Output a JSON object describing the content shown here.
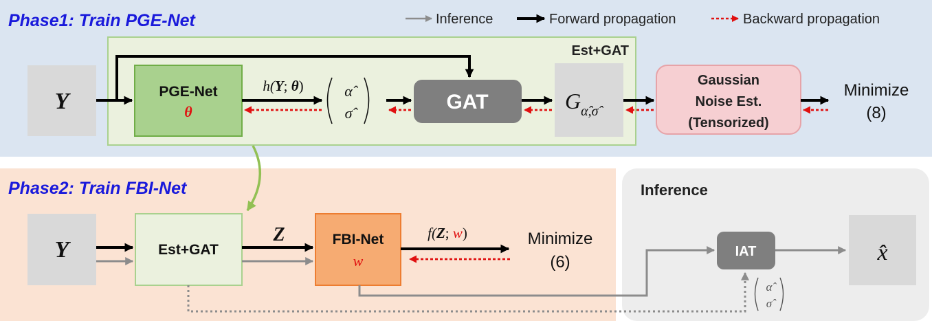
{
  "phase1": {
    "title": "Phase1: Train PGE-Net",
    "group_label": "Est+GAT",
    "input_label": "Y",
    "pge_net": {
      "name": "PGE-Net",
      "param": "θ"
    },
    "pge_output": {
      "prefix": "h(",
      "arg": "Y",
      "sep": "; ",
      "param": "θ",
      "suffix": ")"
    },
    "params_top": "α̂",
    "params_bottom": "σ̂",
    "gat_label": "GAT",
    "g_symbol": "G",
    "g_subscript": "α̂,σ̂",
    "noise_est": {
      "line1": "Gaussian",
      "line2": "Noise Est.",
      "line3": "(Tensorized)"
    },
    "minimize_label": "Minimize",
    "minimize_eq": "(8)"
  },
  "legend": {
    "inference": "Inference",
    "forward": "Forward propagation",
    "backward": "Backward propagation"
  },
  "phase2": {
    "title": "Phase2: Train FBI-Net",
    "input_label": "Y",
    "est_gat_label": "Est+GAT",
    "z_label": "Z",
    "fbi_net": {
      "name": "FBI-Net",
      "param": "w"
    },
    "fbi_output": {
      "prefix": "f(",
      "arg": "Z",
      "sep": "; ",
      "param": "w",
      "suffix": ")"
    },
    "minimize_label": "Minimize",
    "minimize_eq": "(6)"
  },
  "inference": {
    "title": "Inference",
    "iat_label": "IAT",
    "output_label": "x̂",
    "params_top": "α̂",
    "params_bottom": "σ̂"
  },
  "colors": {
    "phase1_bg": "#dbe5f1",
    "phase2_bg": "#fbe3d3",
    "inference_bg": "#ededed",
    "group_fill": "#ebf1de",
    "pge_fill": "#a9d18e",
    "fbi_fill": "#f6ab72",
    "noise_fill": "#f6cfd2",
    "gat_fill": "#7f7f7f",
    "forward": "#000000",
    "backward": "#e01010",
    "inference_arrow": "#8c8c8c",
    "title_blue": "#1a1adb"
  }
}
